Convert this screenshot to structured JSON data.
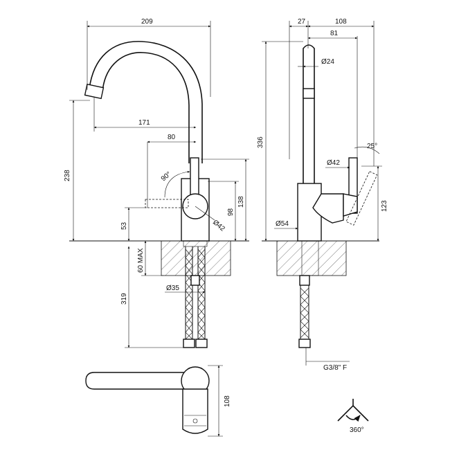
{
  "front_view": {
    "width_overall": "209",
    "spout_reach": "171",
    "lever_offset": "80",
    "lever_rotation": "90°",
    "height_spout_outlet": "238",
    "height_lever_top": "138",
    "height_lever_center": "98",
    "body_diameter": "Ø42",
    "base_height": "53",
    "counter_thickness": "60 MAX",
    "hose_length": "319",
    "shank_diameter": "Ø35"
  },
  "side_view": {
    "offset_back": "27",
    "depth_overall": "108",
    "spout_projection": "81",
    "spout_diameter": "Ø24",
    "height_overall": "336",
    "lever_angle": "25°",
    "body_diameter": "Ø42",
    "lever_height": "123",
    "base_diameter": "Ø54",
    "connection_thread": "G3/8\" F"
  },
  "top_view": {
    "depth": "108"
  },
  "swivel": {
    "angle": "360°"
  }
}
